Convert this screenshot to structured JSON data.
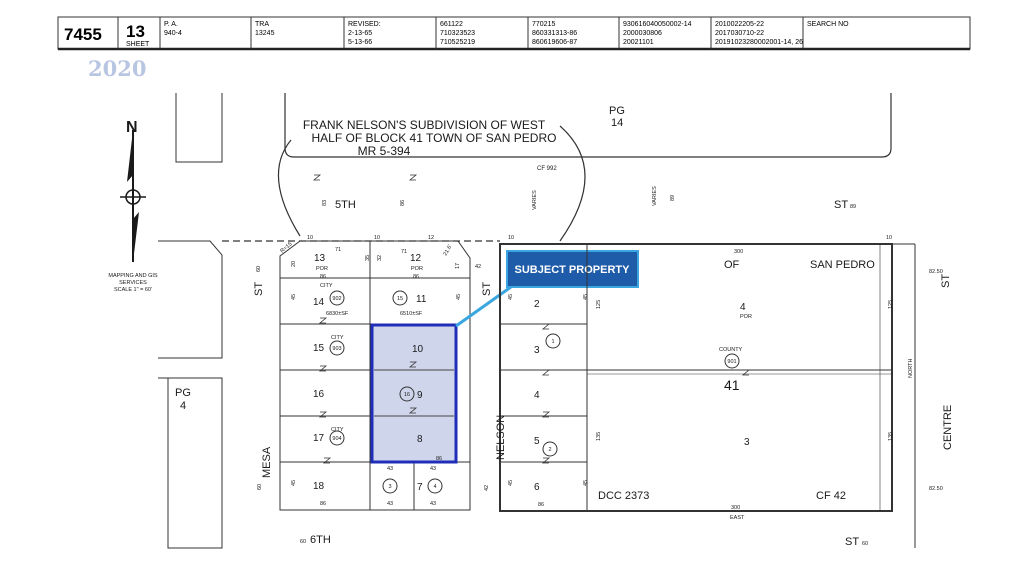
{
  "header": {
    "book": "7455",
    "page": "13",
    "sheet_label": "SHEET",
    "pa_label": "P. A.",
    "pa_value": "940-4",
    "tra_label": "TRA",
    "tra_value": "13245",
    "revised_label": "REVISED:",
    "revised_dates": [
      "2-13-65",
      "5-13-66"
    ],
    "col_a": [
      "661122",
      "710323523",
      "710525219"
    ],
    "col_b": [
      "770215",
      "860331313-86",
      "860619606-87"
    ],
    "col_c": [
      "930616040050002-14",
      "2000030806",
      "20021101"
    ],
    "col_d": [
      "2010022205-22",
      "2017030710-22",
      "20191023280002001-14, 26"
    ],
    "search_label": "SEARCH NO"
  },
  "year": "2020",
  "north_arrow": {
    "letter": "N"
  },
  "mapping_note": [
    "MAPPING AND GIS",
    "SERVICES",
    "SCALE 1\" = 60'"
  ],
  "subdivision": {
    "lines": [
      "FRANK NELSON'S SUBDIVISION OF WEST",
      "HALF OF BLOCK 41 TOWN OF SAN PEDRO",
      "MR 5-394"
    ],
    "pg": "PG",
    "pg_num": "14",
    "cf": "CF 992"
  },
  "pg4": {
    "label": "PG",
    "num": "4"
  },
  "streets": {
    "fifth": "5TH",
    "sixth": "6TH",
    "mesa": "MESA",
    "nelson": "NELSON",
    "centre": "CENTRE",
    "st": "ST",
    "st_nums": {
      "fifth_st": "89",
      "sixth_st": "60",
      "mesa_st": "60",
      "centre_top": "82.50",
      "centre_bottom": "82.50",
      "sixth_left": "60",
      "mesa_bottom": "60",
      "nelson_num": "42"
    }
  },
  "subject": {
    "label": "SUBJECT PROPERTY"
  },
  "block": {
    "of_label": "OF",
    "san_pedro": "SAN PEDRO",
    "number": "41",
    "county": "COUNTY",
    "county_parcel": "901",
    "north": "NORTH",
    "east": "EAST",
    "dcc": "DCC 2373",
    "cf42": "CF 42",
    "top_dim": "300",
    "bottom_dim": "300",
    "right_dims": [
      "125",
      "135"
    ],
    "left_dims": [
      "125",
      "135"
    ],
    "lot4": "4",
    "lot4_por": "POR",
    "lot3": "3"
  },
  "west_lots": [
    {
      "id": "13",
      "por": "POR",
      "sub": "CITY",
      "parcel": "902",
      "area": "6830±SF"
    },
    {
      "id": "14"
    },
    {
      "id": "15",
      "sub": "CITY",
      "parcel": "903"
    },
    {
      "id": "16"
    },
    {
      "id": "17",
      "sub": "CITY",
      "parcel": "904"
    },
    {
      "id": "18"
    }
  ],
  "center_lots": [
    {
      "id": "12",
      "por": "POR"
    },
    {
      "id": "11",
      "parcel": "15",
      "area": "6510±SF"
    },
    {
      "id": "10"
    },
    {
      "id": "9",
      "parcel": "16"
    },
    {
      "id": "8"
    },
    {
      "id": "7",
      "parcel": "4"
    },
    {
      "parcel_left": "3"
    }
  ],
  "east_lots": [
    {
      "id": "2"
    },
    {
      "id": "3",
      "parcel": "1"
    },
    {
      "id": "4"
    },
    {
      "id": "5",
      "parcel": "2"
    },
    {
      "id": "6"
    }
  ],
  "dims": {
    "d71a": "71",
    "d71b": "71",
    "d86a": "86",
    "d86b": "86",
    "d86c": "86",
    "d86d": "86",
    "d86e": "86",
    "d45": "45",
    "d43": "43",
    "d35": "35",
    "d32": "32",
    "d20": "20",
    "d17": "17",
    "d13": "13",
    "d12": "12",
    "d10": "10",
    "d83": "83",
    "d86top": "86",
    "varies": "VARIES",
    "varies2": "VARIES",
    "d89": "89",
    "r15": "R=15",
    "angle": "23.56'",
    "angle2": "21.6'"
  }
}
